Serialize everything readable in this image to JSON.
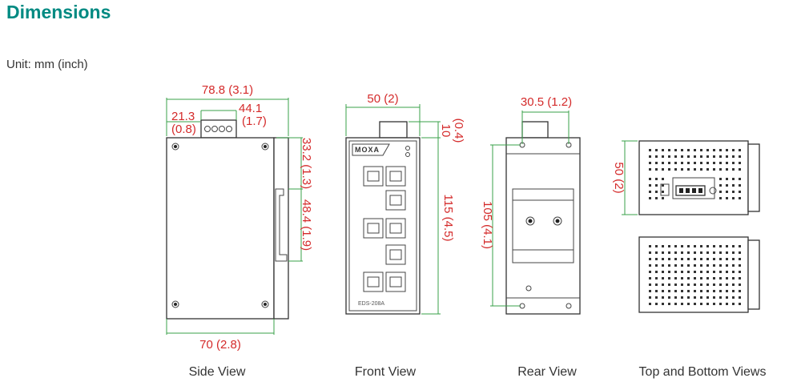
{
  "page": {
    "title": "Dimensions",
    "unit": "Unit: mm (inch)"
  },
  "views": {
    "side": {
      "caption": "Side View",
      "dims": {
        "overall_depth": "78.8 (3.1)",
        "terminal_offset_a": "21.3",
        "terminal_offset_b": "(0.8)",
        "terminal_width_a": "44.1",
        "terminal_width_b": "(1.7)",
        "top_to_clip": "33.2 (1.3)",
        "clip_height": "48.4 (1.9)",
        "body_depth": "70 (2.8)"
      }
    },
    "front": {
      "caption": "Front View",
      "logo": "MOXA",
      "model": "EDS-208A",
      "dims": {
        "width": "50 (2)",
        "terminal_height_a": "10",
        "terminal_height_b": "(0.4)",
        "height": "115 (4.5)"
      }
    },
    "rear": {
      "caption": "Rear View",
      "dims": {
        "rail_width": "30.5 (1.2)",
        "mount_height": "105 (4.1)"
      }
    },
    "top_bottom": {
      "caption": "Top and Bottom Views",
      "dims": {
        "width": "50 (2)"
      }
    }
  }
}
